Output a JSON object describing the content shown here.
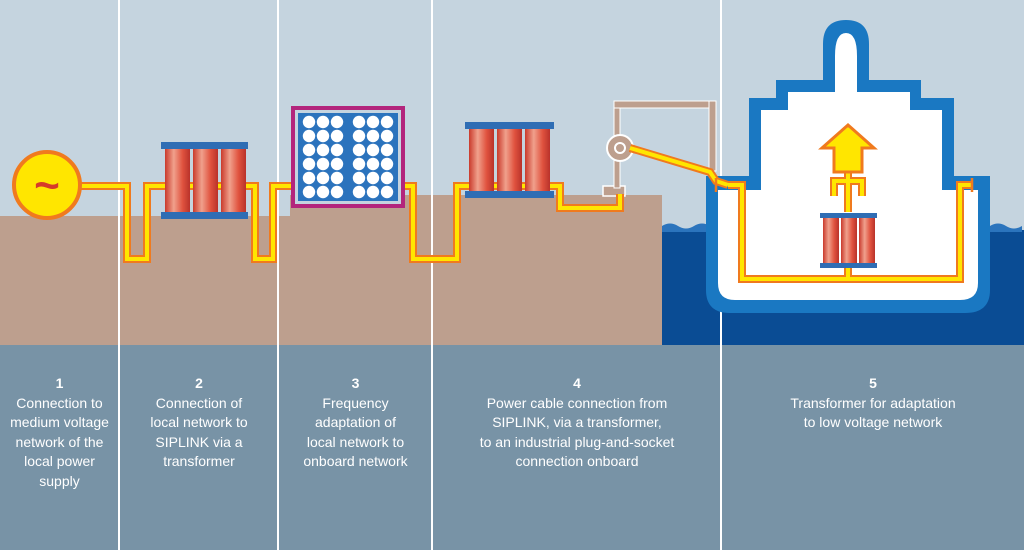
{
  "steps": [
    {
      "number": "1",
      "text": "Connection to\nmedium voltage\nnetwork of the\nlocal power\nsupply"
    },
    {
      "number": "2",
      "text": "Connection of\nlocal network to\nSIPLINK via a\ntransformer"
    },
    {
      "number": "3",
      "text": "Frequency\nadaptation of\nlocal network to\nonboard network"
    },
    {
      "number": "4",
      "text": "Power cable connection from\nSIPLINK, via a transformer,\nto an industrial plug-and-socket\nconnection onboard"
    },
    {
      "number": "5",
      "text": "Transformer for adaptation\nto low voltage network"
    }
  ],
  "generator_symbol": "~",
  "colors": {
    "sky": "#c5d4df",
    "ground": "#bd9f8e",
    "panel": "#7893a6",
    "water": "#0a4c94",
    "ship_outline": "#1a78c2",
    "cable_yellow": "#ffe600",
    "cable_orange": "#f07a1e",
    "coil_red": "#de4a3a",
    "coil_bar": "#2f6db4",
    "converter_border": "#b3257c",
    "divider": "#ffffff"
  }
}
